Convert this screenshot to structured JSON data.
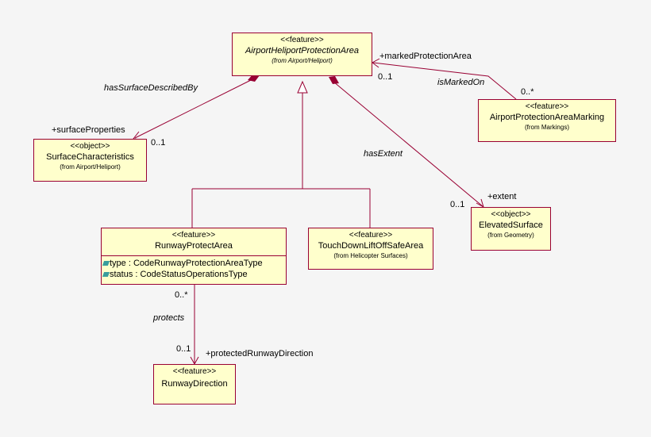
{
  "classes": {
    "ahpa": {
      "stereotype": "<<feature>>",
      "name": "AirportHeliportProtectionArea",
      "from": "(from Airport/Heliport)"
    },
    "sc": {
      "stereotype": "<<object>>",
      "name": "SurfaceCharacteristics",
      "from": "(from Airport/Heliport)"
    },
    "apam": {
      "stereotype": "<<feature>>",
      "name": "AirportProtectionAreaMarking",
      "from": "(from Markings)"
    },
    "es": {
      "stereotype": "<<object>>",
      "name": "ElevatedSurface",
      "from": "(from Geometry)"
    },
    "rpa": {
      "stereotype": "<<feature>>",
      "name": "RunwayProtectArea",
      "attributes": [
        "type : CodeRunwayProtectionAreaType",
        "status : CodeStatusOperationsType"
      ]
    },
    "tlof": {
      "stereotype": "<<feature>>",
      "name": "TouchDownLiftOffSafeArea",
      "from": "(from Helicopter Surfaces)"
    },
    "rd": {
      "stereotype": "<<feature>>",
      "name": "RunwayDirection"
    }
  },
  "labels": {
    "has_surface": "hasSurfaceDescribedBy",
    "surface_props": "+surfaceProperties",
    "sc_mult": "0..1",
    "marked_area": "+markedProtectionArea",
    "marked_mult": "0..1",
    "is_marked_on": "isMarkedOn",
    "apam_mult": "0..*",
    "has_extent": "hasExtent",
    "extent": "+extent",
    "extent_mult": "0..1",
    "rpa_mult": "0..*",
    "protects": "protects",
    "rd_mult": "0..1",
    "protected_rd": "+protectedRunwayDirection"
  },
  "colors": {
    "line": "#990033",
    "fill": "#ffffcc",
    "attr_icon": "#3a9d9d"
  }
}
